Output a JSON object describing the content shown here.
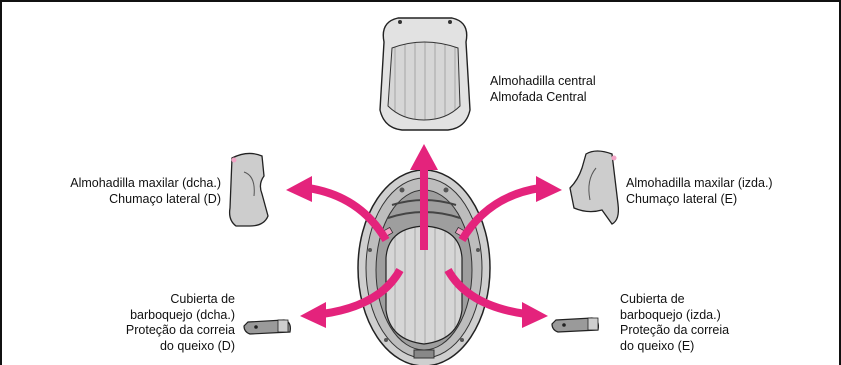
{
  "labels": {
    "central": {
      "es": "Almohadilla central",
      "pt": "Almofada Central"
    },
    "cheek_right": {
      "es": "Almohadilla maxilar (dcha.)",
      "pt": "Chumaço lateral (D)"
    },
    "cheek_left": {
      "es": "Almohadilla maxilar (izda.)",
      "pt": "Chumaço lateral (E)"
    },
    "chin_right": {
      "line1": "Cubierta de",
      "line2": "barboquejo (dcha.)",
      "line3": "Proteção da correia",
      "line4": "do queixo (D)"
    },
    "chin_left": {
      "line1": "Cubierta de",
      "line2": "barboquejo (izda.)",
      "line3": "Proteção da correia",
      "line4": "do queixo (E)"
    }
  },
  "colors": {
    "arrow": "#e4237c",
    "pad_fill": "#d6d6d6",
    "pad_stroke": "#222222",
    "shell_fill": "#bdbdbd",
    "accent_pink": "#f2a3c5"
  }
}
